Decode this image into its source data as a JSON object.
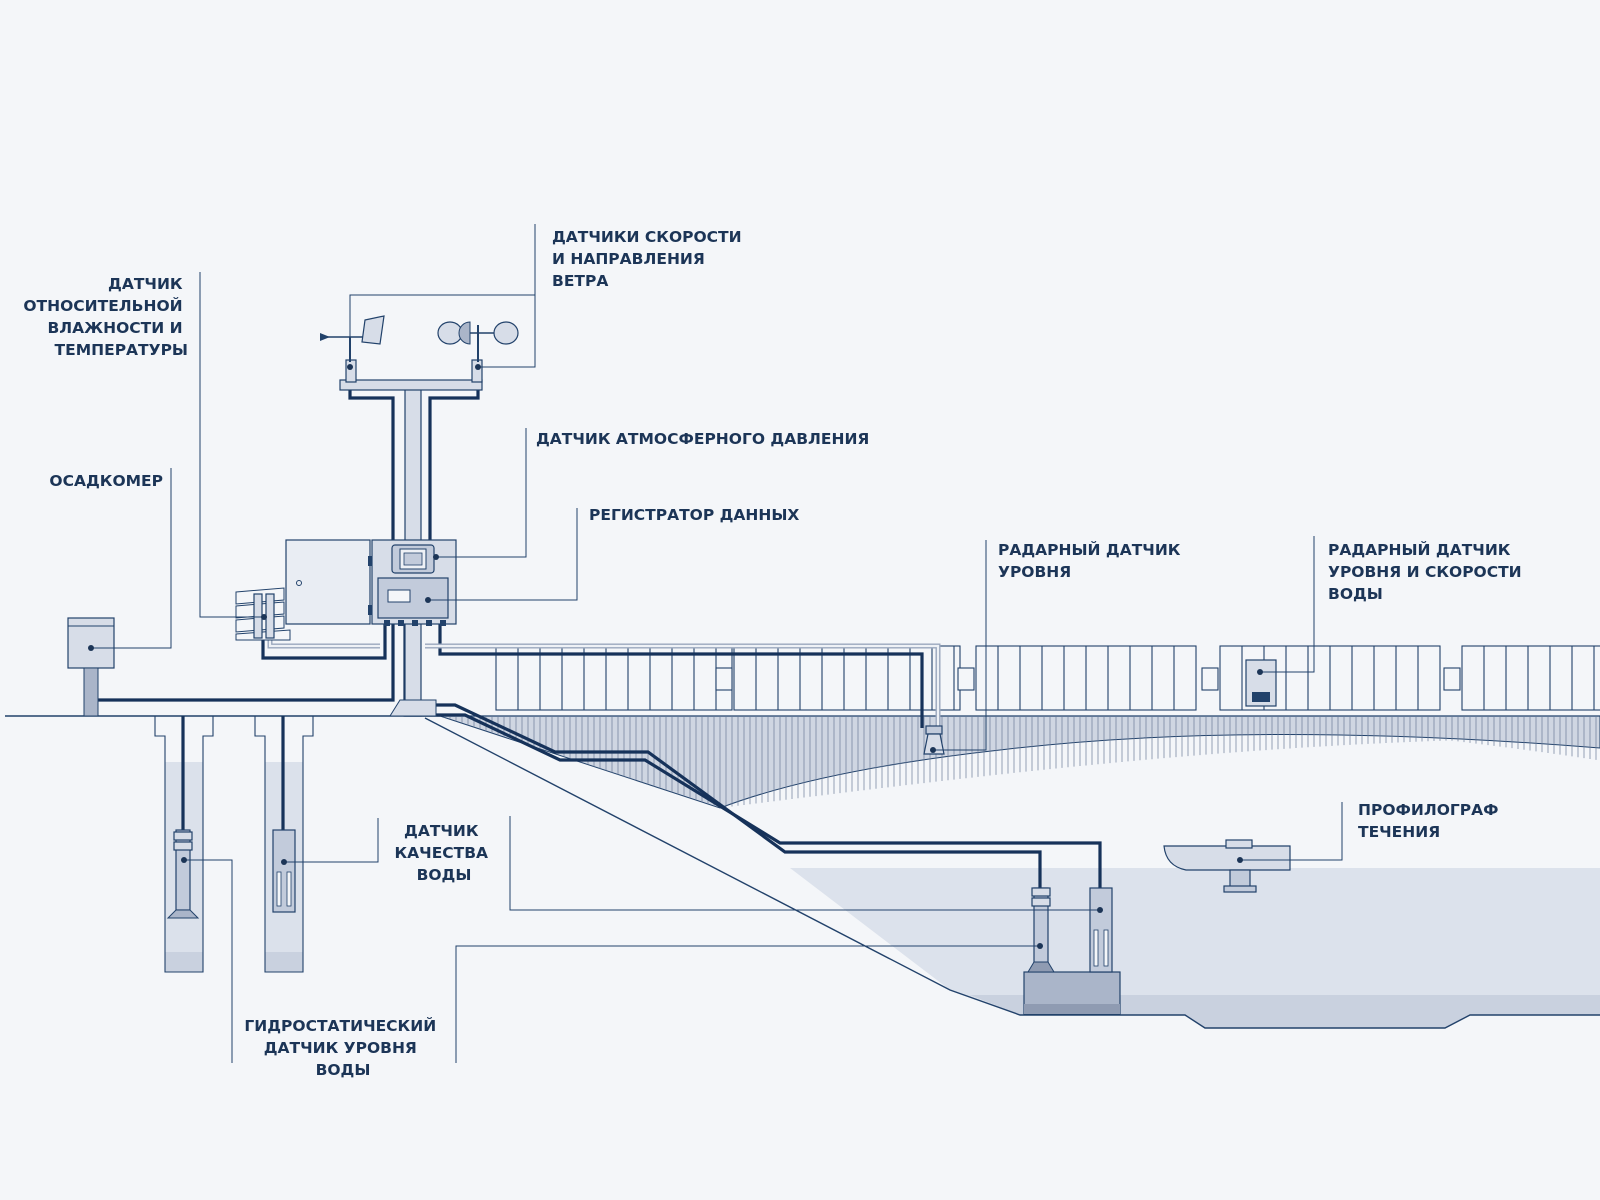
{
  "colors": {
    "background": "#f4f6f9",
    "ink": "#1c3557",
    "line": "#22426b",
    "equipment_fill": "#d7dde8",
    "water": "#dce2ec",
    "water_deep": "#c9d1df"
  },
  "labels": {
    "wind": [
      "ДАТЧИКИ СКОРОСТИ",
      "И НАПРАВЛЕНИЯ",
      "ВЕТРА"
    ],
    "humidity": [
      "ДАТЧИК",
      "ОТНОСИТЕЛЬНОЙ",
      "ВЛАЖНОСТИ И",
      "ТЕМПЕРАТУРЫ"
    ],
    "pressure": [
      "ДАТЧИК АТМОСФЕРНОГО ДАВЛЕНИЯ"
    ],
    "rain": [
      "ОСАДКОМЕР"
    ],
    "logger": [
      "РЕГИСТРАТОР ДАННЫХ"
    ],
    "radar_level": [
      "РАДАРНЫЙ ДАТЧИК",
      "УРОВНЯ"
    ],
    "radar_velocity": [
      "РАДАРНЫЙ ДАТЧИК",
      "УРОВНЯ И СКОРОСТИ",
      "ВОДЫ"
    ],
    "water_quality": [
      "ДАТЧИК",
      "КАЧЕСТВА",
      "ВОДЫ"
    ],
    "profiler": [
      "ПРОФИЛОГРАФ",
      "ТЕЧЕНИЯ"
    ],
    "hydrostatic": [
      "ГИДРОСТАТИЧЕСКИЙ",
      "ДАТЧИК УРОВНЯ",
      "ВОДЫ"
    ]
  },
  "icons": [
    "anemometer-icon",
    "wind-vane-icon",
    "rain-gauge-icon",
    "radiation-shield-icon",
    "data-logger-icon",
    "barometer-icon",
    "radar-sensor-icon",
    "submersible-probe-icon",
    "current-profiler-icon"
  ]
}
